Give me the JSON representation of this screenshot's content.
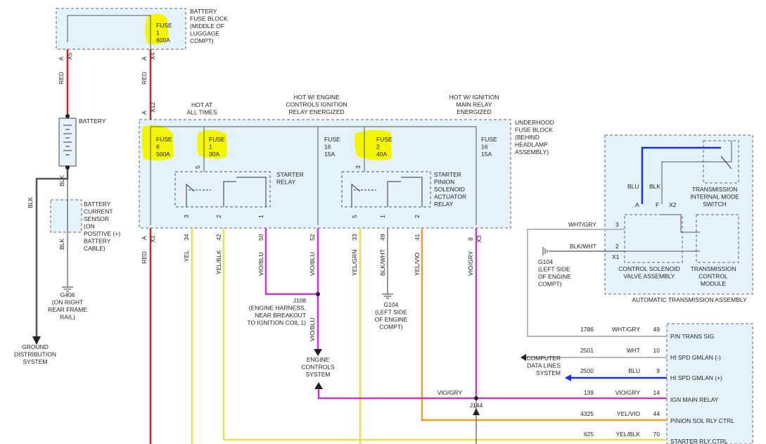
{
  "colors": {
    "red": "#e0201f",
    "yellow": "#e8e04a",
    "violet": "#c837d6",
    "orange": "#f0a020",
    "blue": "#1a2fe0",
    "gray": "#b8b8b8",
    "box_fill": "#e4f2fb",
    "highlight": "#f4f500"
  },
  "battery_fuse_block": {
    "title_lines": [
      "BATTERY",
      "FUSE BLOCK",
      "(MIDDLE OF",
      "LUGGAGE",
      "COMPT)"
    ],
    "fuse": [
      "FUSE",
      "1",
      "600A"
    ]
  },
  "connectors": {
    "x5": "X5",
    "x4": "X4",
    "x12": "X12",
    "x1": "X1",
    "x3": "X3",
    "x2": "X2",
    "pin_a": "A",
    "pin_f": "F"
  },
  "battery": {
    "label": "BATTERY"
  },
  "battery_sensor": {
    "lines": [
      "BATTERY",
      "CURRENT",
      "SENSOR",
      "(ON",
      "POSITIVE (+)",
      "BATTERY",
      "CABLE)"
    ]
  },
  "g406": {
    "lines": [
      "G406",
      "(ON RIGHT",
      "REAR FRAME",
      "RAIL)"
    ]
  },
  "ground_system": {
    "lines": [
      "GROUND",
      "DISTRIBUTION",
      "SYSTEM"
    ]
  },
  "headers": {
    "hot_all": [
      "HOT AT",
      "ALL TIMES"
    ],
    "hot_engine": [
      "HOT W/ ENGINE",
      "CONTROLS IGNITION",
      "RELAY ENERGIZED"
    ],
    "hot_ignition": [
      "HOT W/ IGNITION",
      "MAIN RELAY",
      "ENERGIZED"
    ]
  },
  "underhood": {
    "lines": [
      "UNDERHOOD",
      "FUSE BLOCK",
      "(BEHIND",
      "HEADLAMP",
      "ASSEMBLY)"
    ]
  },
  "fuses": [
    [
      "FUSE",
      "6",
      "500A"
    ],
    [
      "FUSE",
      "1",
      "30A"
    ],
    [
      "FUSE",
      "16",
      "15A"
    ],
    [
      "FUSE",
      "2",
      "40A"
    ],
    [
      "FUSE",
      "16",
      "15A"
    ]
  ],
  "relays": {
    "starter": [
      "STARTER",
      "RELAY"
    ],
    "pinion": [
      "STARTER",
      "PINION",
      "SOLENOID",
      "ACTUATOR",
      "RELAY"
    ]
  },
  "pins": {
    "r5": "5",
    "r3a": "3",
    "r2a": "2",
    "r1a": "1",
    "p3": "3",
    "p5": "5",
    "p1": "1",
    "p2": "2"
  },
  "wires": {
    "red": "RED",
    "blk": "BLK",
    "yel": "YEL",
    "yel_blk": "YEL/BLK",
    "vio_blu": "VIO/BLU",
    "yel_grn": "YEL/GRN",
    "blk_wht": "BLK/WHT",
    "yel_vio": "YEL/VIO",
    "vio_gry": "VIO/GRY",
    "blu": "BLU",
    "wht_gry": "WHT/GRY",
    "wht": "WHT"
  },
  "bottom_pins": {
    "a": "A",
    "p34": "34",
    "p42": "42",
    "p50": "50",
    "p52": "52",
    "p33": "33",
    "p49": "49",
    "p41": "41",
    "p8": "8"
  },
  "j108": {
    "lines": [
      "J108",
      "(ENGINE HARNESS,",
      "NEAR BREAKOUT",
      "TO IGNITION COIL 1)"
    ]
  },
  "g104_left": {
    "lines": [
      "G104",
      "(LEFT SIDE",
      "OF ENGINE",
      "COMPT)"
    ]
  },
  "g104_right": {
    "lines": [
      "G104",
      "(LEFT SIDE",
      "OF ENGINE",
      "COMPT)"
    ]
  },
  "engine_controls": {
    "lines": [
      "ENGINE",
      "CONTROLS",
      "SYSTEM"
    ]
  },
  "j144": "J144",
  "computer_lines": {
    "lines": [
      "COMPUTER",
      "DATA LINES",
      "SYSTEM"
    ]
  },
  "transmission": {
    "switch": [
      "TRANSMISSION",
      "INTERNAL MODE",
      "SWITCH"
    ],
    "solenoid": [
      "CONTROL SOLENOID",
      "VALVE ASSEMBLY"
    ],
    "tcm": [
      "TRANSMISSION",
      "CONTROL",
      "MODULE"
    ],
    "assembly": "AUTOMATIC TRANSMISSION ASSEMBLY",
    "pin3": "3",
    "pin2": "2"
  },
  "ecm_rows": [
    {
      "circuit": "1786",
      "color": "WHT/GRY",
      "pin": "49",
      "name": "P/N TRANS SIG"
    },
    {
      "circuit": "2501",
      "color": "WHT",
      "pin": "10",
      "name": "HI SPD GMLAN (-)"
    },
    {
      "circuit": "2500",
      "color": "BLU",
      "pin": "9",
      "name": "HI SPD GMLAN (+)"
    },
    {
      "circuit": "139",
      "color": "VIO/GRY",
      "pin": "14",
      "name": "IGN MAIN RELAY"
    },
    {
      "circuit": "4325",
      "color": "YEL/VIO",
      "pin": "44",
      "name": "PINION SOL RLY CTRL"
    },
    {
      "circuit": "625",
      "color": "YEL/BLK",
      "pin": "70",
      "name": "STARTER RLY CTRL"
    }
  ],
  "j144_wire": "VIO/GRY",
  "pin_x1_bottom": "X1"
}
